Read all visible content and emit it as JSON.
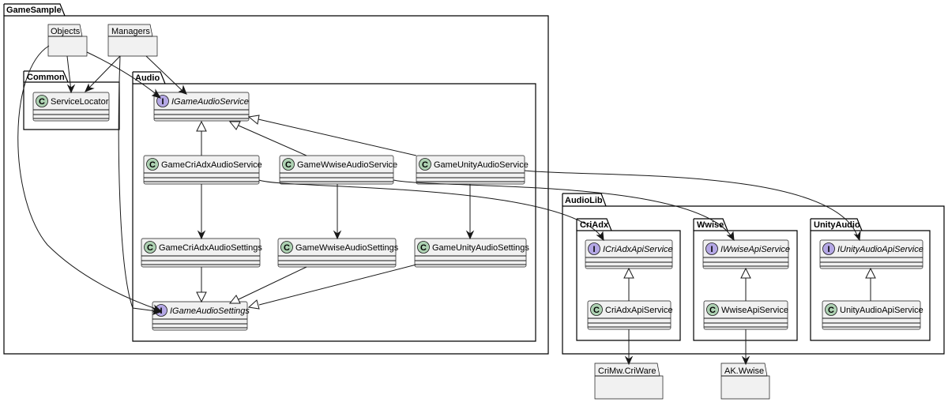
{
  "packages": {
    "game_sample": "GameSample",
    "common": "Common",
    "audio": "Audio",
    "audio_lib": "AudioLib",
    "cri_adx": "CriAdx",
    "wwise": "Wwise",
    "unity_audio": "UnityAudio"
  },
  "folders": {
    "objects": "Objects",
    "managers": "Managers",
    "crimw_criware": "CriMw.CriWare",
    "ak_wwise": "AK.Wwise"
  },
  "classes": {
    "service_locator": "ServiceLocator",
    "i_game_audio_service": "IGameAudioService",
    "game_criadx_audio_service": "GameCriAdxAudioService",
    "game_wwise_audio_service": "GameWwiseAudioService",
    "game_unity_audio_service": "GameUnityAudioService",
    "game_criadx_audio_settings": "GameCriAdxAudioSettings",
    "game_wwise_audio_settings": "GameWwiseAudioSettings",
    "game_unity_audio_settings": "GameUnityAudioSettings",
    "i_game_audio_settings": "IGameAudioSettings",
    "i_criadx_api_service": "ICriAdxApiService",
    "criadx_api_service": "CriAdxApiService",
    "i_wwise_api_service": "IWwiseApiService",
    "wwise_api_service": "WwiseApiService",
    "i_unity_audio_api_service": "IUnityAudioApiService",
    "unity_audio_api_service": "UnityAudioApiService"
  },
  "badges": {
    "class_letter": "C",
    "interface_letter": "I",
    "class_color": "#add1b2",
    "interface_color": "#b4a7e5"
  }
}
